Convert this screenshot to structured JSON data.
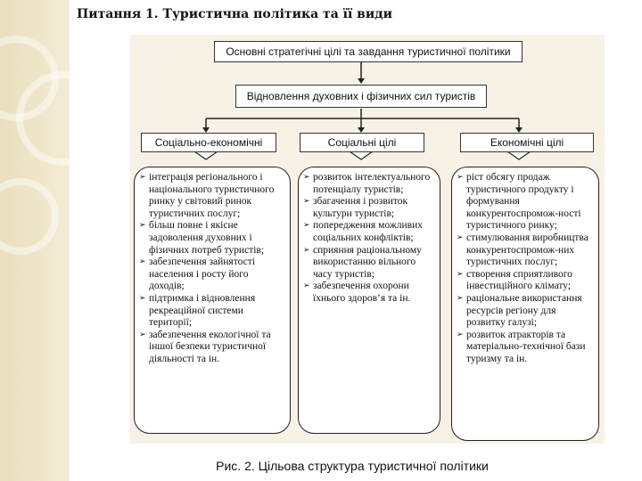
{
  "page_title": "Питання 1. Туристична політика та її види",
  "diagram": {
    "top_box": "Основні стратегічні цілі та завдання туристичної політики",
    "second_box": "Відновлення духовних і фізичних сил туристів",
    "columns": [
      {
        "header": "Соціально-економічні",
        "items": [
          "інтеграція регіонального і національного туристичного ринку у світовий ринок туристичних послуг;",
          "більш повне і якісне задоволення духовних і фізичних потреб туристів;",
          "забезпечення зайнятості населення і росту його доходів;",
          "підтримка і відновлення рекреаційної системи території;",
          "забезпечення екологічної та іншої безпеки туристичної діяльності та ін."
        ]
      },
      {
        "header": "Соціальні цілі",
        "items": [
          "розвиток інтелектуального потенціалу туристів;",
          "збагачення і розвиток культури туристів;",
          "попередження можливих соціальних конфліктів;",
          "сприяння раціональному використанню вільного часу туристів;",
          "забезпечення охорони їхнього здоров’я та ін."
        ]
      },
      {
        "header": "Економічні цілі",
        "items": [
          "ріст обсягу продаж туристичного продукту і формування конкурентоспромож-ності туристичного ринку;",
          "стимулювання виробництва конкурентоспромож-них туристичних послуг;",
          "створення сприятливого інвестиційного клімату;",
          "раціональне використання ресурсів регіону для розвитку галузі;",
          "розвиток атракторів та матеріально-технічної бази туризму та ін."
        ]
      }
    ]
  },
  "caption": "Рис. 2. Цільова структура туристичної політики"
}
